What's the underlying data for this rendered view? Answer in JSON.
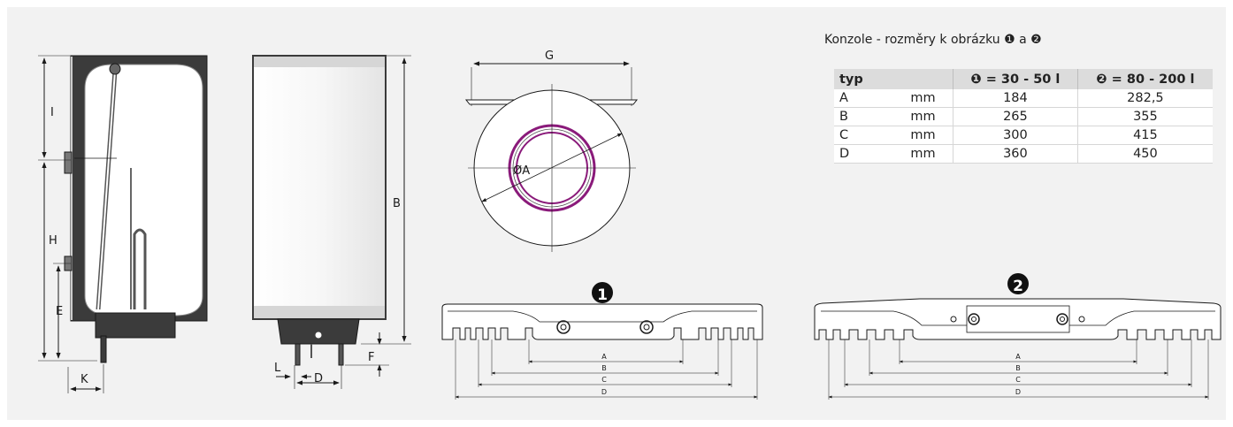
{
  "side_view": {
    "labels": {
      "I": "I",
      "H": "H",
      "E": "E",
      "K": "K"
    }
  },
  "front_view": {
    "labels": {
      "B": "B",
      "L": "L",
      "D": "D",
      "F": "F"
    }
  },
  "top_view": {
    "labels": {
      "G": "G",
      "diameter": "ØA"
    }
  },
  "bracket_1": {
    "badge": "1",
    "dims": {
      "A": "A",
      "B": "B",
      "C": "C",
      "D": "D"
    }
  },
  "bracket_2": {
    "badge": "2",
    "dims": {
      "A": "A",
      "B": "B",
      "C": "C",
      "D": "D"
    }
  },
  "table": {
    "title": "Konzole - rozměry k obrázku ❶ a ❷",
    "header": {
      "typ": "typ",
      "col1": "❶ = 30 - 50 l",
      "col2": "❷ = 80 - 200 l"
    },
    "rows": [
      {
        "typ": "A",
        "unit": "mm",
        "v1": "184",
        "v2": "282,5"
      },
      {
        "typ": "B",
        "unit": "mm",
        "v1": "265",
        "v2": "355"
      },
      {
        "typ": "C",
        "unit": "mm",
        "v1": "300",
        "v2": "415"
      },
      {
        "typ": "D",
        "unit": "mm",
        "v1": "360",
        "v2": "450"
      }
    ]
  },
  "colors": {
    "background": "#f2f2f2",
    "ring": "#8a1a7a",
    "table_header": "#dcdcdc",
    "line": "#1a1a1a"
  }
}
